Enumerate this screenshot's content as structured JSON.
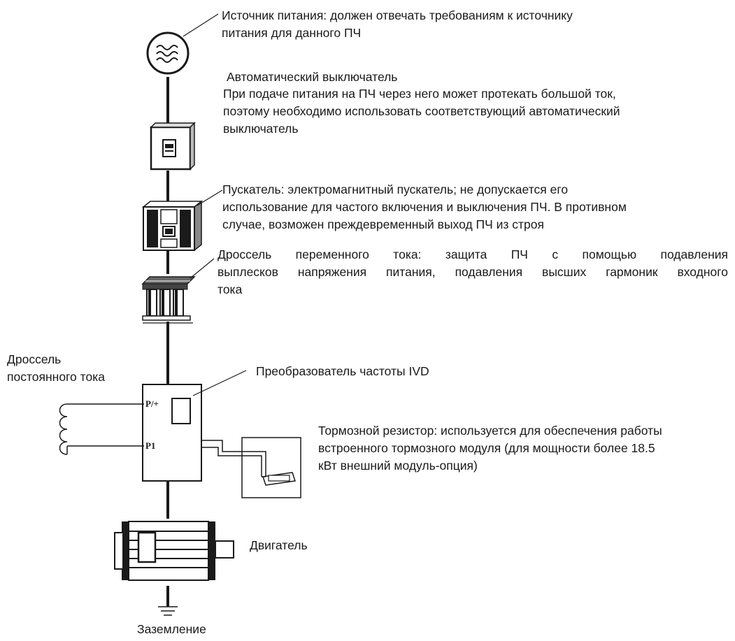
{
  "colors": {
    "line": "#1a1a1a",
    "device": "#1a1a1a",
    "background": "#ffffff"
  },
  "components": {
    "power_source": {
      "icon": "ac-source-icon",
      "lines": [
        "Источник питания: должен отвечать требованиям к источнику",
        "питания для данного ПЧ"
      ]
    },
    "breaker": {
      "icon": "circuit-breaker-icon",
      "title": "Автоматический выключатель",
      "lines": [
        "При подаче питания на ПЧ через него может протекать большой ток,",
        "поэтому необходимо использовать соответствующий автоматический",
        "выключатель"
      ]
    },
    "contactor": {
      "icon": "contactor-icon",
      "lines": [
        "Пускатель: электромагнитный пускатель; не допускается его",
        "использование для частого включения и выключения ПЧ. В противном",
        "случае, возможен преждевременный выход ПЧ из строя"
      ]
    },
    "ac_reactor": {
      "icon": "ac-reactor-icon",
      "lines": [
        "Дроссель переменного тока: защита ПЧ с помощью подавления",
        "выплесков напряжения питания, подавления высших гармоник входного",
        "тока"
      ]
    },
    "dc_reactor": {
      "icon": "dc-reactor-coil-icon",
      "lines": [
        "Дроссель",
        "постоянного тока"
      ]
    },
    "inverter": {
      "icon": "inverter-icon",
      "label": "Преобразователь частоты IVD",
      "terminal_top": "P/+",
      "terminal_bottom": "P1"
    },
    "brake_resistor": {
      "icon": "brake-resistor-icon",
      "lines": [
        "Тормозной резистор: используется для обеспечения работы",
        "встроенного тормозного модуля (для мощности более 18.5",
        "кВт внешний модуль-опция)"
      ]
    },
    "motor": {
      "icon": "motor-icon",
      "label": "Двигатель"
    },
    "ground": {
      "icon": "ground-icon",
      "label": "Заземление"
    }
  }
}
